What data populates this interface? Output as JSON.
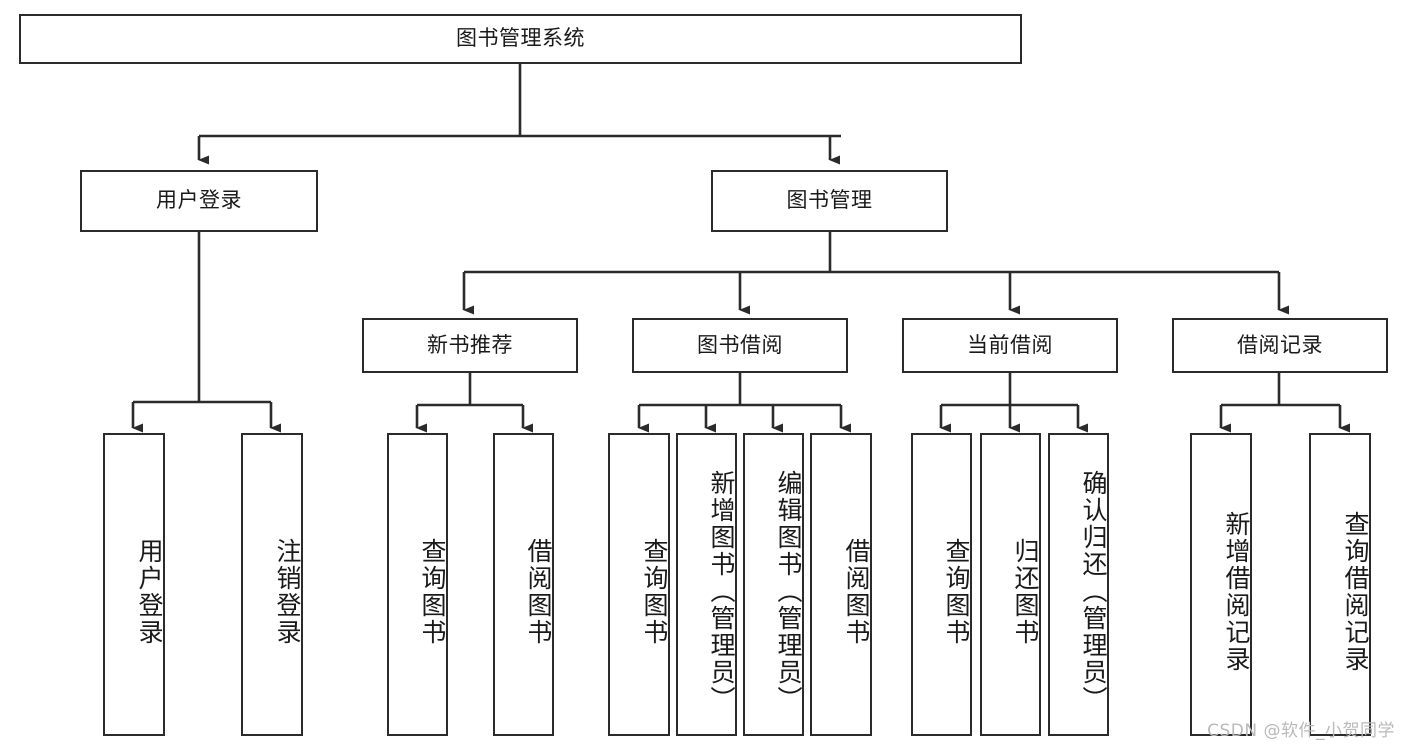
{
  "diagram": {
    "title": "图书管理系统",
    "type": "hierarchy-tree",
    "watermark": "CSDN @软件_小贺同学",
    "colors": {
      "box_border": "#2b2b2b",
      "box_fill": "#ffffff",
      "edge": "#2b2b2b",
      "text": "#1a1a1a",
      "watermark": "#b9b9b9",
      "background": "#ffffff"
    },
    "levels": {
      "level1": "root",
      "level2": "modules",
      "level3": "submodules",
      "level4": "operations"
    },
    "nodes": {
      "root": {
        "label": "图书管理系统",
        "orientation": "horizontal"
      },
      "user_login": {
        "label": "用户登录",
        "orientation": "horizontal"
      },
      "book_manage": {
        "label": "图书管理",
        "orientation": "horizontal"
      },
      "new_book_rec": {
        "label": "新书推荐",
        "orientation": "horizontal"
      },
      "book_borrow": {
        "label": "图书借阅",
        "orientation": "horizontal"
      },
      "current_borrow": {
        "label": "当前借阅",
        "orientation": "horizontal"
      },
      "borrow_record": {
        "label": "借阅记录",
        "orientation": "horizontal"
      },
      "leaf_user_login": {
        "label": "用户登录",
        "orientation": "vertical"
      },
      "leaf_user_logout": {
        "label": "注销登录",
        "orientation": "vertical"
      },
      "leaf_query_book_1": {
        "label": "查询图书",
        "orientation": "vertical"
      },
      "leaf_borrow_book_1": {
        "label": "借阅图书",
        "orientation": "vertical"
      },
      "leaf_query_book_2": {
        "label": "查询图书",
        "orientation": "vertical"
      },
      "leaf_add_book": {
        "label": "新增图书（管理员）",
        "orientation": "vertical"
      },
      "leaf_edit_book": {
        "label": "编辑图书（管理员）",
        "orientation": "vertical"
      },
      "leaf_borrow_book_2": {
        "label": "借阅图书",
        "orientation": "vertical"
      },
      "leaf_query_book_3": {
        "label": "查询图书",
        "orientation": "vertical"
      },
      "leaf_return_book": {
        "label": "归还图书",
        "orientation": "vertical"
      },
      "leaf_confirm_return": {
        "label": "确认归还（管理员）",
        "orientation": "vertical"
      },
      "leaf_add_record": {
        "label": "新增借阅记录",
        "orientation": "vertical"
      },
      "leaf_query_record": {
        "label": "查询借阅记录",
        "orientation": "vertical"
      }
    },
    "edges": [
      {
        "from": "root",
        "to": "user_login"
      },
      {
        "from": "root",
        "to": "book_manage"
      },
      {
        "from": "user_login",
        "to": "leaf_user_login"
      },
      {
        "from": "user_login",
        "to": "leaf_user_logout"
      },
      {
        "from": "book_manage",
        "to": "new_book_rec"
      },
      {
        "from": "book_manage",
        "to": "book_borrow"
      },
      {
        "from": "book_manage",
        "to": "current_borrow"
      },
      {
        "from": "book_manage",
        "to": "borrow_record"
      },
      {
        "from": "new_book_rec",
        "to": "leaf_query_book_1"
      },
      {
        "from": "new_book_rec",
        "to": "leaf_borrow_book_1"
      },
      {
        "from": "book_borrow",
        "to": "leaf_query_book_2"
      },
      {
        "from": "book_borrow",
        "to": "leaf_add_book"
      },
      {
        "from": "book_borrow",
        "to": "leaf_edit_book"
      },
      {
        "from": "book_borrow",
        "to": "leaf_borrow_book_2"
      },
      {
        "from": "current_borrow",
        "to": "leaf_query_book_3"
      },
      {
        "from": "current_borrow",
        "to": "leaf_return_book"
      },
      {
        "from": "current_borrow",
        "to": "leaf_confirm_return"
      },
      {
        "from": "borrow_record",
        "to": "leaf_add_record"
      },
      {
        "from": "borrow_record",
        "to": "leaf_query_record"
      }
    ]
  }
}
